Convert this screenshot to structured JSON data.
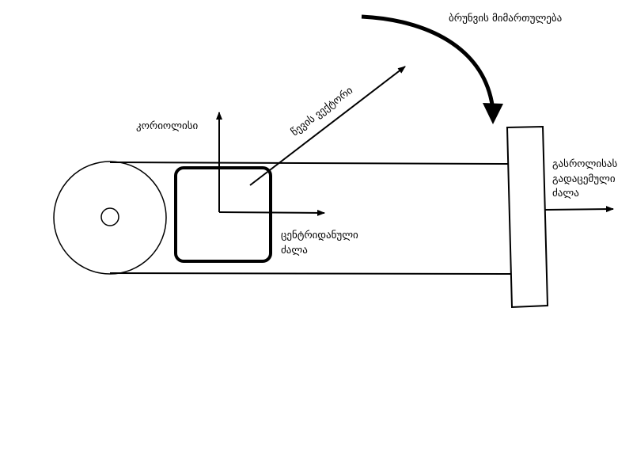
{
  "labels": {
    "rotation_direction": "ბრუნვის მიმართულება",
    "coriolis": "კორიოლისი",
    "thrust_vector": "წევის ვექტორი",
    "centrifugal_line1": "ცენტრიდანული",
    "centrifugal_line2": "ძალა",
    "launch_line1": "გასროლისას",
    "launch_line2": "გადაცემული",
    "launch_line3": "ძალა"
  },
  "colors": {
    "stroke": "#000000",
    "background": "#ffffff"
  }
}
